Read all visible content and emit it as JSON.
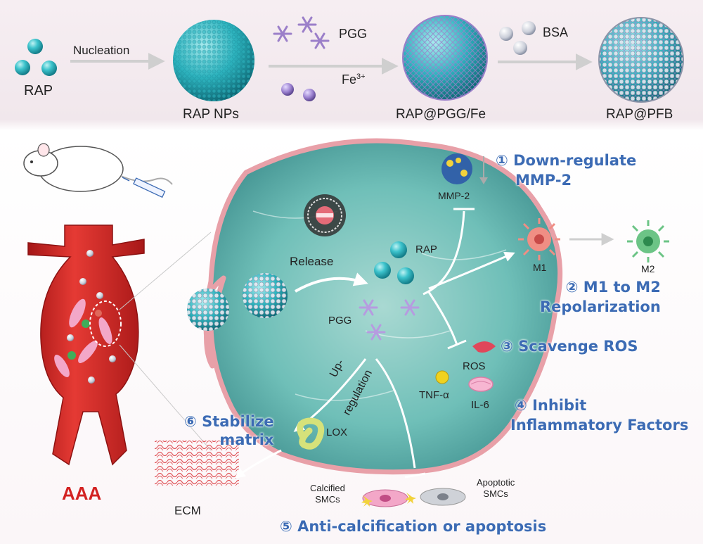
{
  "synthesis": {
    "rap": "RAP",
    "nucleation": "Nucleation",
    "rap_nps": "RAP NPs",
    "pgg": "PGG",
    "fe_base": "Fe",
    "fe_sup": "3+",
    "rap_pgg_fe": "RAP@PGG/Fe",
    "bsa": "BSA",
    "rap_pfb": "RAP@PFB"
  },
  "aorta": {
    "label": "AAA",
    "ecm": "ECM"
  },
  "cell": {
    "release": "Release",
    "rap": "RAP",
    "pgg": "PGG",
    "mmp2": "MMP-2",
    "m1": "M1",
    "m2": "M2",
    "ros": "ROS",
    "tnf": "TNF-α",
    "il6": "IL-6",
    "up": "Up-",
    "regulation": "regulation",
    "lox": "LOX",
    "calcified_1": "Calcified",
    "calcified_2": "SMCs",
    "apoptotic_1": "Apoptotic",
    "apoptotic_2": "SMCs"
  },
  "effects": {
    "e1_a": "① Down-regulate",
    "e1_b": "MMP-2",
    "e2_a": "② M1 to M2",
    "e2_b": "Repolarization",
    "e3": "③ Scavenge ROS",
    "e4_a": "④ Inhibit",
    "e4_b": "Inflammatory Factors",
    "e5": "⑤  Anti-calcification or apoptosis",
    "e6_a": "⑥ Stabilize",
    "e6_b": "matrix"
  },
  "colors": {
    "rap_teal": "#2fb8c2",
    "pgg_purple": "#9b7fc9",
    "vessel_red": "#d62a2a",
    "label_blue": "#3c6bb4",
    "tissue_teal": "#5fb3b0",
    "membrane_pink": "#e8a0a8"
  }
}
